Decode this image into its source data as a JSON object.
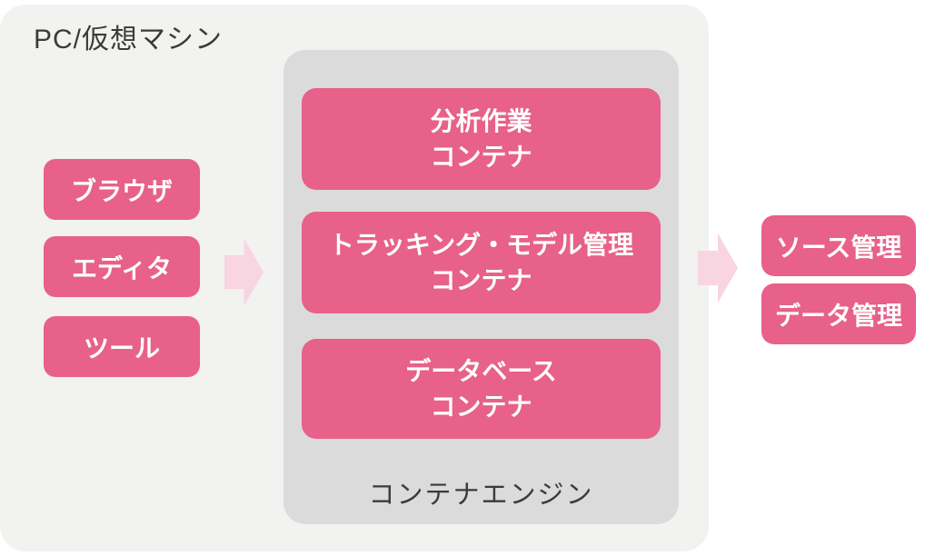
{
  "diagram": {
    "title": "PC/仮想マシン",
    "apps": [
      {
        "label": "ブラウザ"
      },
      {
        "label": "エディタ"
      },
      {
        "label": "ツール"
      }
    ],
    "engine": {
      "label": "コンテナエンジン",
      "containers": [
        {
          "line1": "分析作業",
          "line2": "コンテナ"
        },
        {
          "line1": "トラッキング・モデル管理",
          "line2": "コンテナ"
        },
        {
          "line1": "データベース",
          "line2": "コンテナ"
        }
      ]
    },
    "services": [
      {
        "label": "ソース管理"
      },
      {
        "label": "データ管理"
      }
    ],
    "icons": {
      "flow_arrow": "right-block-arrow"
    },
    "colors": {
      "node_pink": "#e7618a",
      "arrow_pink": "#f8d5e0",
      "pc_box_bg": "#f2f2f0",
      "engine_box_bg": "#dbdbdb",
      "label_text": "#3b3b3b",
      "node_text": "#ffffff"
    }
  }
}
